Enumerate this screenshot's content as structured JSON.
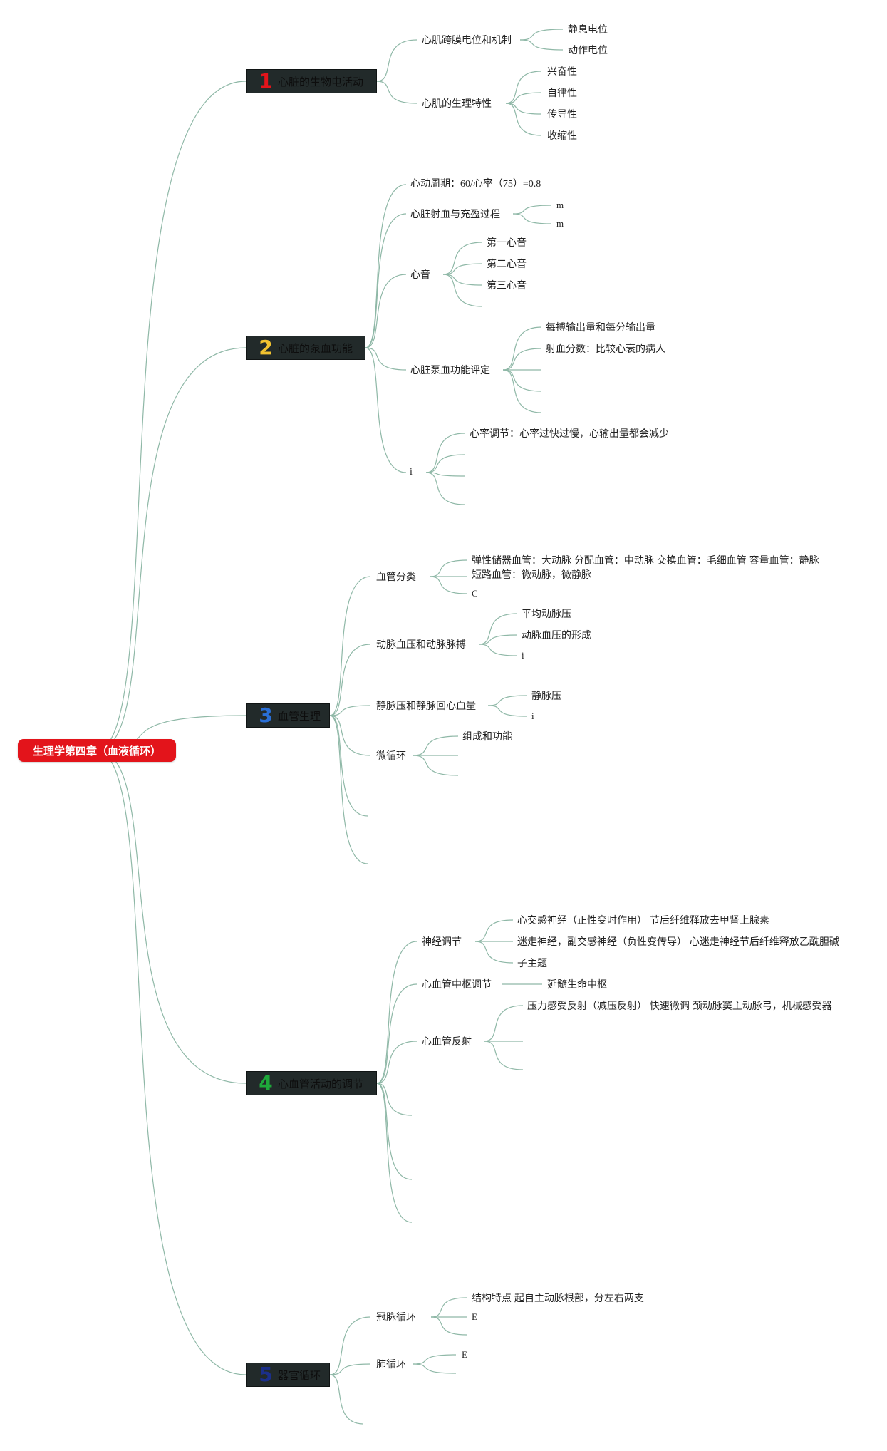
{
  "root": {
    "label": "生理学第四章（血液循环）"
  },
  "colors": {
    "root_bg": "#e3141b",
    "branch_bg": "#222a2a",
    "line": "#8fb8a7"
  },
  "branches": [
    {
      "number": "1",
      "number_color": "#e3141b",
      "label": "心脏的生物电活动",
      "children": [
        {
          "label": "心肌跨膜电位和机制",
          "children": [
            "静息电位",
            "动作电位"
          ]
        },
        {
          "label": "心肌的生理特性",
          "children": [
            "兴奋性",
            "自律性",
            "传导性",
            "收缩性"
          ]
        }
      ]
    },
    {
      "number": "2",
      "number_color": "#f2c230",
      "label": "心脏的泵血功能",
      "children": [
        {
          "label": "心动周期：60/心率（75）=0.8",
          "children": []
        },
        {
          "label": "心脏射血与充盈过程",
          "children": [
            "m",
            "m"
          ]
        },
        {
          "label": "心音",
          "children": [
            "第一心音",
            "第二心音",
            "第三心音",
            ""
          ]
        },
        {
          "label": "心脏泵血功能评定",
          "children": [
            "每搏输出量和每分输出量",
            "射血分数：比较心衰的病人",
            "",
            "",
            ""
          ]
        },
        {
          "label": "i",
          "children": [
            "心率调节：心率过快过慢，心输出量都会减少",
            "",
            ""
          ]
        }
      ]
    },
    {
      "number": "3",
      "number_color": "#2a6fd6",
      "label": "血管生理",
      "children": [
        {
          "label": "血管分类",
          "children": [
            "弹性储器血管：大动脉 分配血管：中动脉 交换血管：毛细血管 容量血管：静脉",
            "短路血管：微动脉，微静脉",
            "C"
          ]
        },
        {
          "label": "动脉血压和动脉脉搏",
          "children": [
            "平均动脉压",
            "动脉血压的形成",
            "i"
          ]
        },
        {
          "label": "静脉压和静脉回心血量",
          "children": [
            "静脉压",
            "i"
          ]
        },
        {
          "label": "微循环",
          "children": [
            "组成和功能",
            "",
            ""
          ]
        },
        {
          "label": "",
          "children": []
        },
        {
          "label": "",
          "children": []
        }
      ]
    },
    {
      "number": "4",
      "number_color": "#1ea83a",
      "label": "心血管活动的调节",
      "children": [
        {
          "label": "神经调节",
          "children": [
            "心交感神经（正性变时作用） 节后纤维释放去甲肾上腺素",
            "迷走神经，副交感神经（负性变传导） 心迷走神经节后纤维释放乙酰胆碱",
            "子主题"
          ]
        },
        {
          "label": "心血管中枢调节",
          "children": [
            "延髓生命中枢"
          ]
        },
        {
          "label": "心血管反射",
          "children": [
            "压力感受反射（减压反射） 快速微调 颈动脉窦主动脉弓，机械感受器",
            "",
            ""
          ]
        },
        {
          "label": "",
          "children": []
        },
        {
          "label": "",
          "children": []
        },
        {
          "label": "",
          "children": []
        }
      ]
    },
    {
      "number": "5",
      "number_color": "#1b2f8a",
      "label": "器官循环",
      "children": [
        {
          "label": "冠脉循环",
          "children": [
            "结构特点 起自主动脉根部，分左右两支",
            "E",
            ""
          ]
        },
        {
          "label": "肺循环",
          "children": [
            "E",
            ""
          ]
        },
        {
          "label": "",
          "children": []
        }
      ]
    }
  ]
}
